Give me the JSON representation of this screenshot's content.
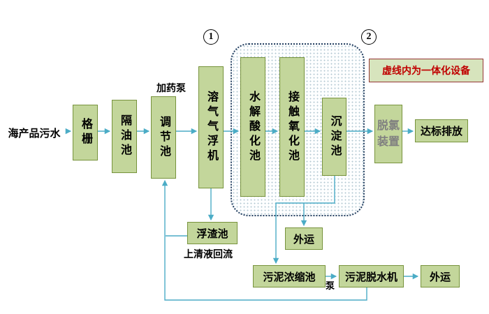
{
  "diagram": {
    "source_label": "海产品污水",
    "nodes": {
      "grid": "格栅",
      "oil_separation_tank": "隔油池",
      "regulating_tank": "调节池",
      "dissolved_air_flotation": "溶气气浮机",
      "hydrolysis_acidification_tank": "水解酸化池",
      "contact_oxidation_tank": "接触氧化池",
      "sedimentation_tank": "沉淀池",
      "dechlorination_unit": "脱氯装置",
      "discharge": "达标排放",
      "scum_tank": "浮渣池",
      "outbound_transport_1": "外运",
      "sludge_thickening_tank": "污泥浓缩池",
      "sludge_dewatering_machine": "污泥脱水机",
      "outbound_transport_2": "外运"
    },
    "annotations": {
      "dosing_pump": "加药泵",
      "supernatant_return": "上清液回流",
      "pump": "泵",
      "marker1": "1",
      "marker2": "2",
      "legend": "虚线内为一体化设备"
    },
    "colors": {
      "box_fill": "#C3D69B",
      "box_border": "#77933C",
      "arrow": "#4BACC6",
      "legend_text": "#C00000",
      "dechlorination_text": "#808080",
      "dotted_border": "#254061"
    }
  }
}
